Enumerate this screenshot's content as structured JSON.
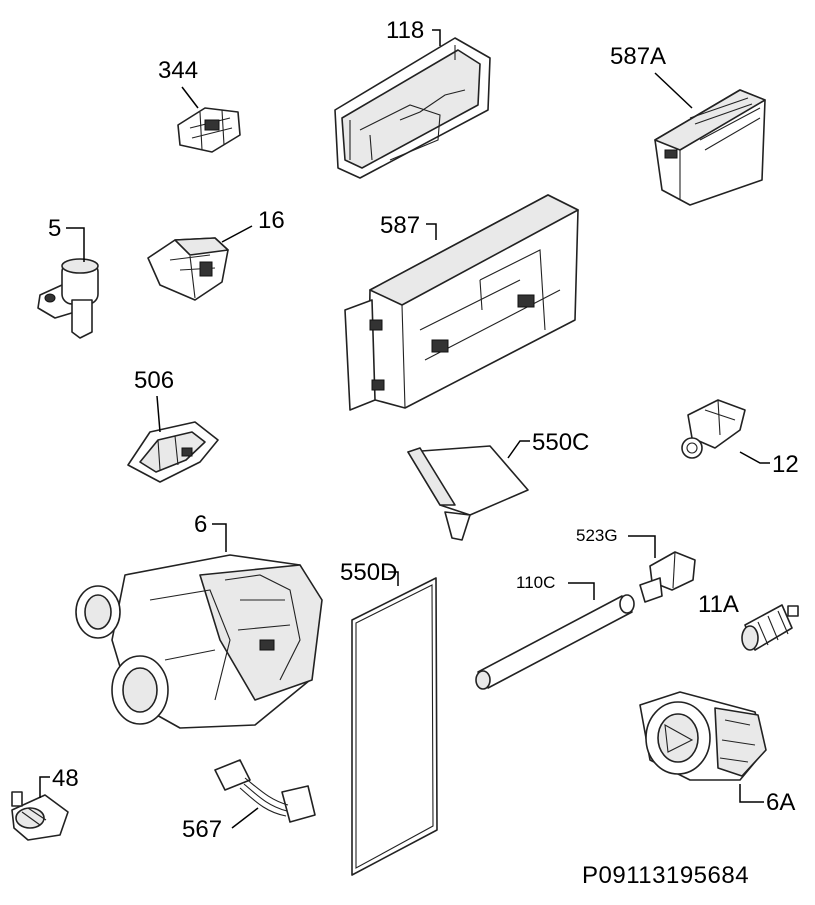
{
  "labels": {
    "p118": "118",
    "p344": "344",
    "p587A": "587A",
    "p5": "5",
    "p16": "16",
    "p587": "587",
    "p506": "506",
    "p550C": "550C",
    "p12": "12",
    "p6": "6",
    "p523G": "523G",
    "p550D": "550D",
    "p110C": "110C",
    "p11A": "11A",
    "p48": "48",
    "p567": "567",
    "p6A": "6A"
  },
  "reference": "P09113195684"
}
